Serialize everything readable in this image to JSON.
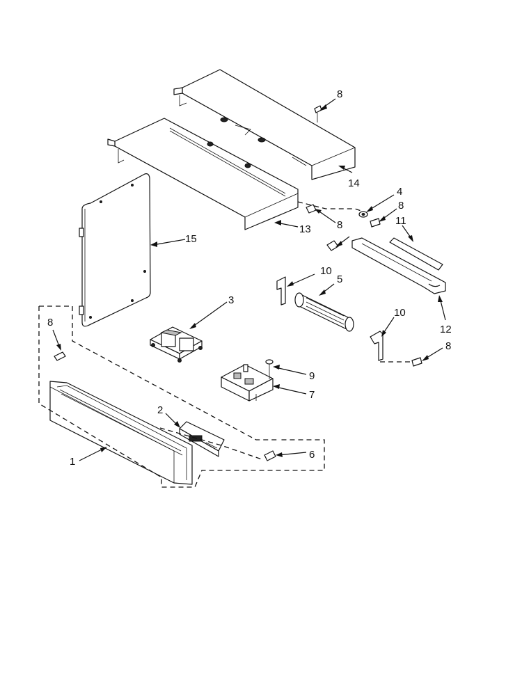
{
  "callouts": {
    "p1": "1",
    "p2": "2",
    "p3": "3",
    "p4": "4",
    "p5": "5",
    "p6": "6",
    "p7": "7",
    "p8a": "8",
    "p8b": "8",
    "p8c": "8",
    "p8d": "8",
    "p8e": "8",
    "p9": "9",
    "p10a": "10",
    "p10b": "10",
    "p11": "11",
    "p12": "12",
    "p13": "13",
    "p14": "14",
    "p15": "15"
  },
  "colors": {
    "ink": "#111111",
    "background": "#ffffff"
  }
}
